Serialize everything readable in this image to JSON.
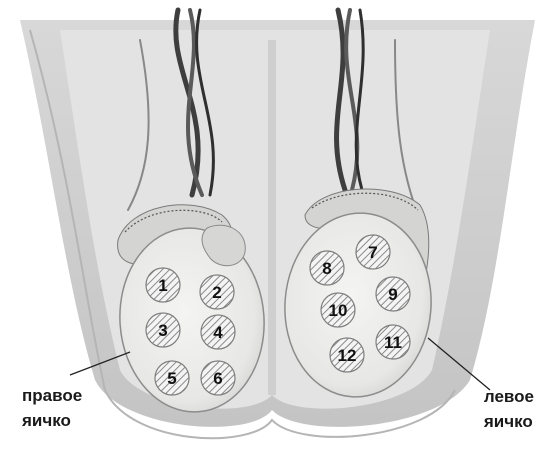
{
  "labels": {
    "right_testis": [
      "правое",
      "яичко"
    ],
    "left_testis": [
      "левое",
      "яичко"
    ]
  },
  "sites": [
    {
      "id": "1",
      "side": "right"
    },
    {
      "id": "2",
      "side": "right"
    },
    {
      "id": "3",
      "side": "right"
    },
    {
      "id": "4",
      "side": "right"
    },
    {
      "id": "5",
      "side": "right"
    },
    {
      "id": "6",
      "side": "right"
    },
    {
      "id": "7",
      "side": "left"
    },
    {
      "id": "8",
      "side": "left"
    },
    {
      "id": "9",
      "side": "left"
    },
    {
      "id": "10",
      "side": "left"
    },
    {
      "id": "11",
      "side": "left"
    },
    {
      "id": "12",
      "side": "left"
    }
  ],
  "colors": {
    "background": "#ffffff",
    "scrotum_outer": "#c9c9c9",
    "scrotum_inner": "#e2e2e2",
    "testis_fill": "#ececea",
    "epididymis_fill": "#dcdcda",
    "vessel_dark": "#4a4a4a",
    "hatch_stroke": "#8a8a8a",
    "text": "#1a1a1a"
  }
}
